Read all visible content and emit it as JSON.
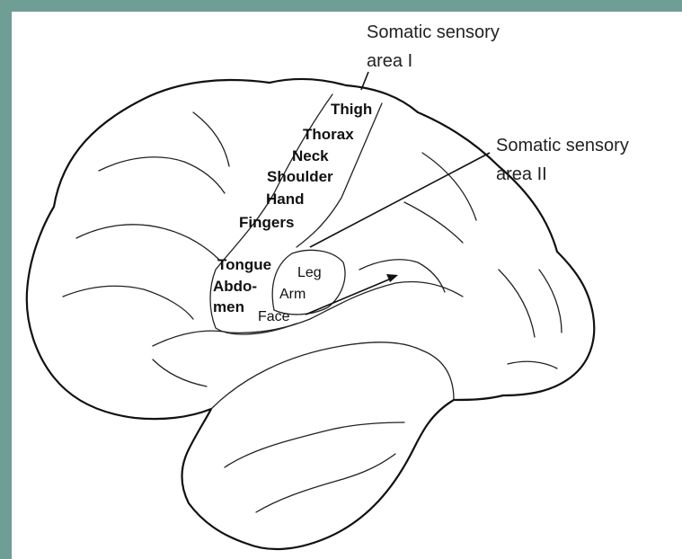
{
  "colors": {
    "frame": "#6f9e95",
    "paper": "#ffffff",
    "ink": "#111111"
  },
  "callouts": {
    "area_one": {
      "line1": "Somatic sensory",
      "line2": "area I"
    },
    "area_two": {
      "line1": "Somatic sensory",
      "line2": "area II"
    }
  },
  "area_one_labels": {
    "thigh": "Thigh",
    "thorax": "Thorax",
    "neck": "Neck",
    "shoulder": "Shoulder",
    "hand": "Hand",
    "fingers": "Fingers",
    "tongue": "Tongue",
    "abdo": "Abdo-",
    "men": "men"
  },
  "area_two_labels": {
    "leg": "Leg",
    "arm": "Arm",
    "face": "Face"
  }
}
